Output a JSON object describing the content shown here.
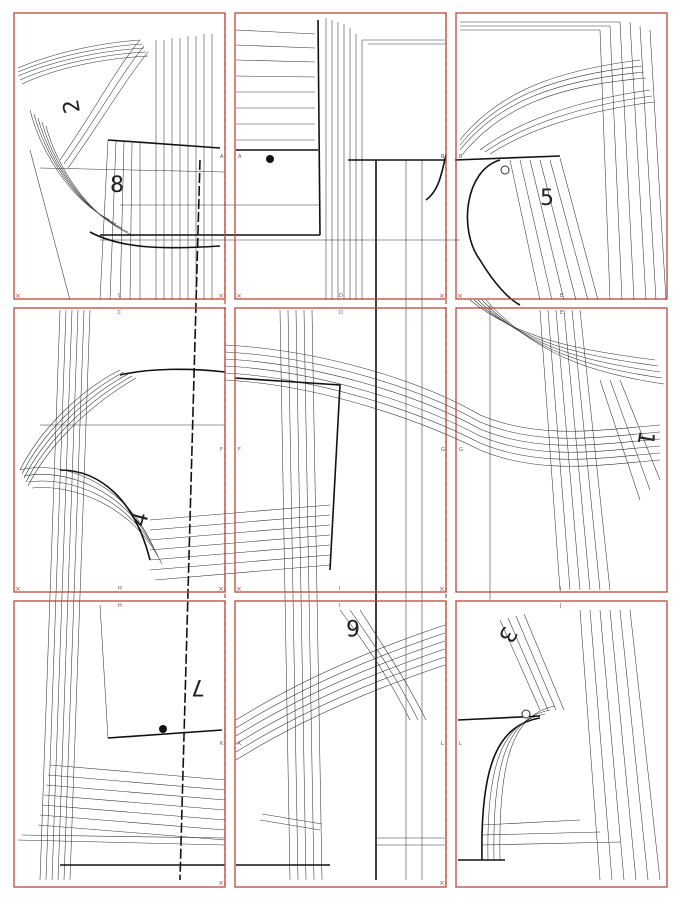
{
  "colors": {
    "frame": "#b9483a",
    "line": "#333333",
    "background": "#ffffff"
  },
  "piece_numbers": [
    {
      "id": "p1",
      "label": "1"
    },
    {
      "id": "p2",
      "label": "2"
    },
    {
      "id": "p3",
      "label": "3"
    },
    {
      "id": "p4",
      "label": "4"
    },
    {
      "id": "p5",
      "label": "5"
    },
    {
      "id": "p6",
      "label": "6"
    },
    {
      "id": "p7",
      "label": "7"
    },
    {
      "id": "p8",
      "label": "8"
    }
  ],
  "tile_letters": [
    "A",
    "B",
    "C",
    "D",
    "E",
    "F",
    "G",
    "H",
    "I",
    "J",
    "K",
    "L"
  ],
  "cross_mark": "×"
}
